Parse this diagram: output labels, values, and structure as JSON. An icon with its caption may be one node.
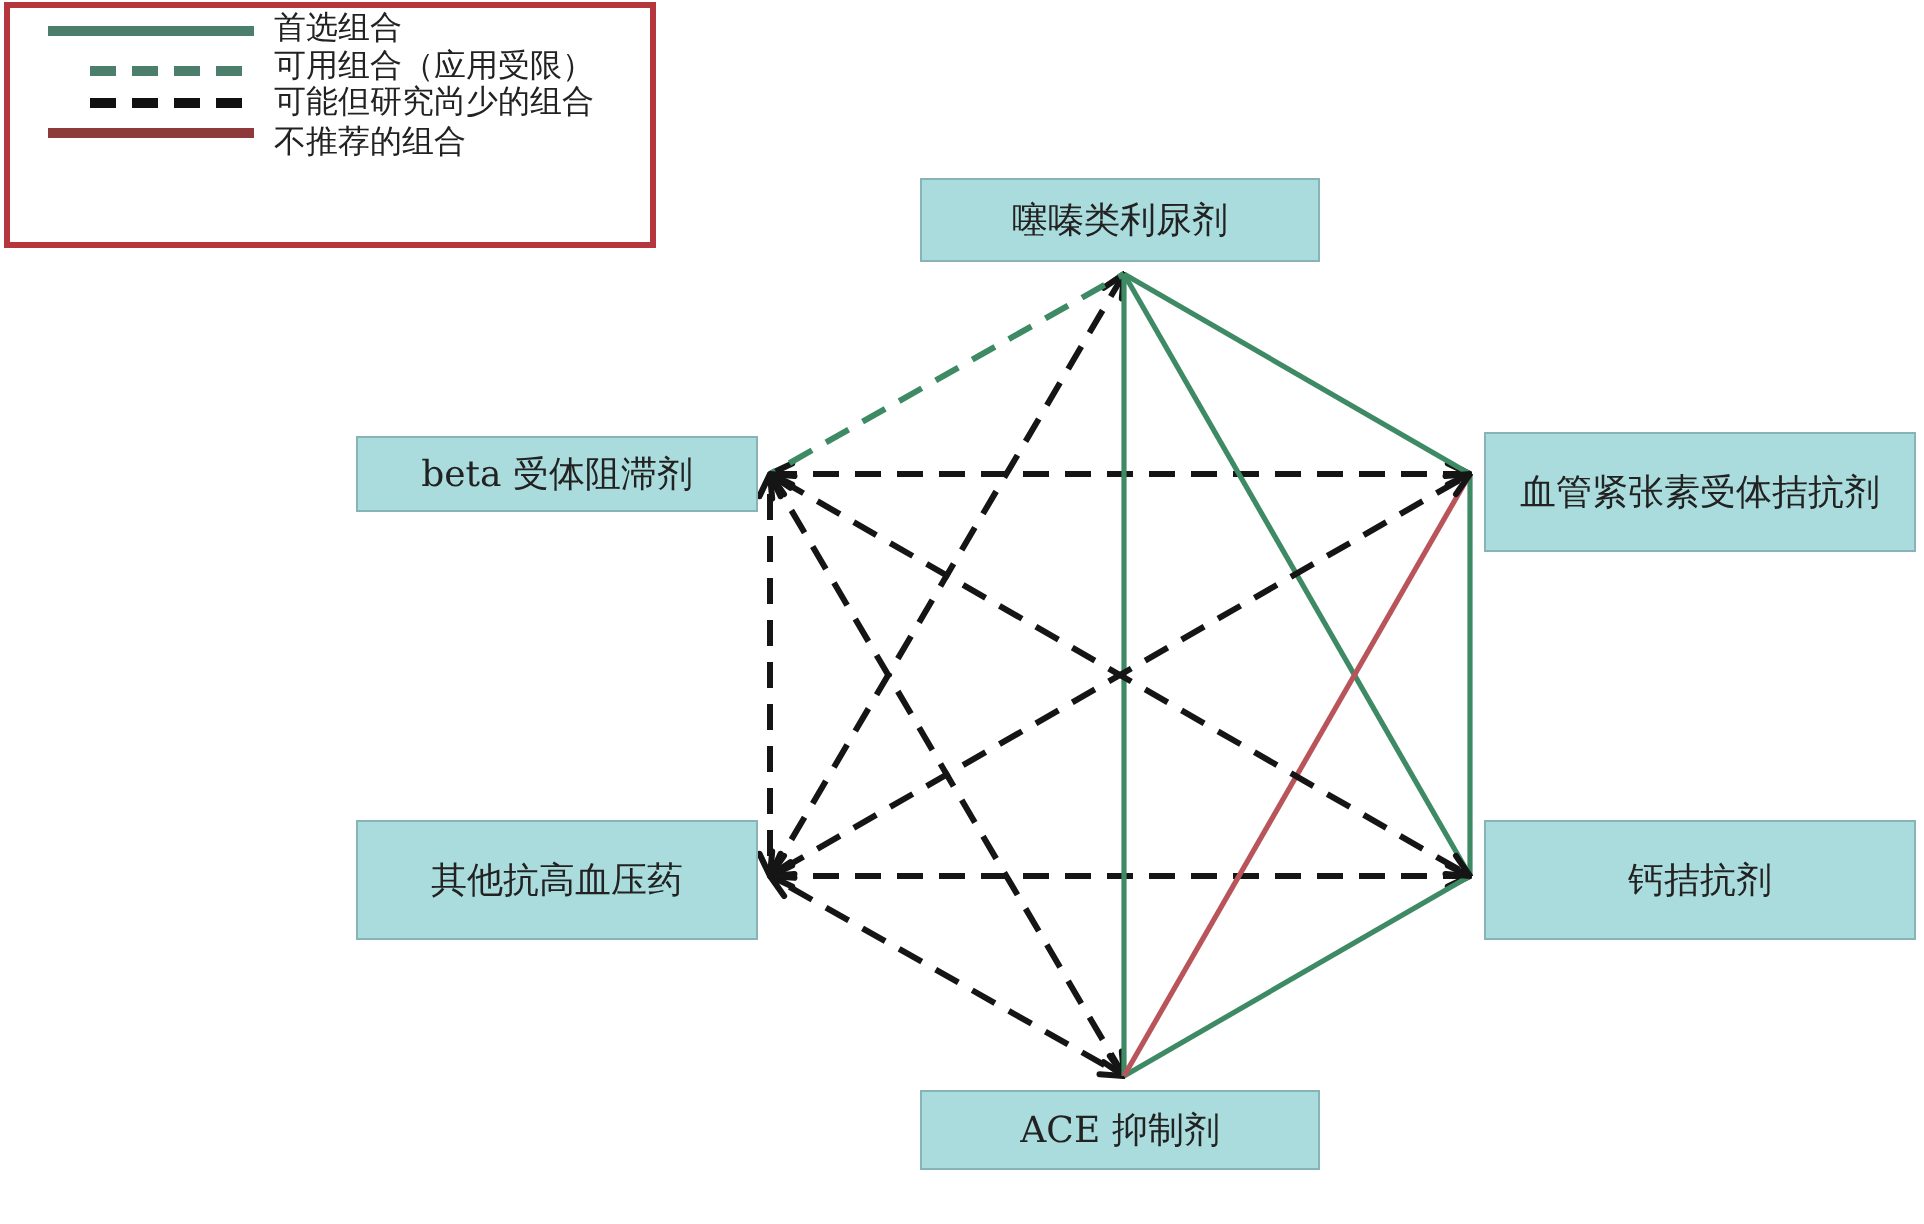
{
  "diagram": {
    "nodes": [
      {
        "text": [
          "噻嗪类利尿剂"
        ]
      },
      {
        "text": [
          "beta 受体阻滞剂"
        ]
      },
      {
        "text": [
          "血管紧张素受体拮抗剂"
        ]
      },
      {
        "text": [
          "其他抗高血压药"
        ]
      },
      {
        "text": [
          "钙拮抗剂"
        ]
      },
      {
        "text": [
          "ACE 抑制剂"
        ]
      }
    ],
    "edges": [
      {
        "from": 2,
        "to": 1,
        "arrow": "both",
        "style": "dashed"
      },
      {
        "from": 1,
        "to": 3,
        "arrow": "both",
        "style": "dashed"
      },
      {
        "from": 4,
        "to": 1,
        "arrow": "both",
        "style": "dashed"
      },
      {
        "from": 5,
        "to": 1,
        "arrow": "both",
        "style": "dashed"
      },
      {
        "from": 0,
        "to": 3,
        "arrow": "both",
        "style": "dashed"
      },
      {
        "from": 2,
        "to": 3,
        "arrow": "both",
        "style": "dashed"
      },
      {
        "from": 4,
        "to": 3,
        "arrow": "both",
        "style": "dashed"
      },
      {
        "from": 5,
        "to": 3,
        "arrow": "both",
        "style": "dashed"
      },
      {
        "from": 1,
        "to": 0,
        "arrow": "none",
        "style": "dashed",
        "color": "#3d8a65"
      },
      {
        "from": 0,
        "to": 2,
        "arrow": "none",
        "color": "#3d8a65"
      },
      {
        "from": 0,
        "to": 4,
        "arrow": "none",
        "color": "#3d8a65"
      },
      {
        "from": 0,
        "to": 5,
        "arrow": "none",
        "color": "#3d8a65"
      },
      {
        "from": 2,
        "to": 4,
        "arrow": "none",
        "color": "#3d8a65"
      },
      {
        "from": 4,
        "to": 5,
        "arrow": "none",
        "color": "#3d8a65"
      },
      {
        "from": 2,
        "to": 5,
        "arrow": "none",
        "color": "#b8545a"
      }
    ],
    "legend": [
      {
        "text": "首选组合"
      },
      {
        "text": "可用组合（应用受限）"
      },
      {
        "text": "可能但研究尚少的组合"
      },
      {
        "text": "不推荐的组合"
      }
    ]
  }
}
